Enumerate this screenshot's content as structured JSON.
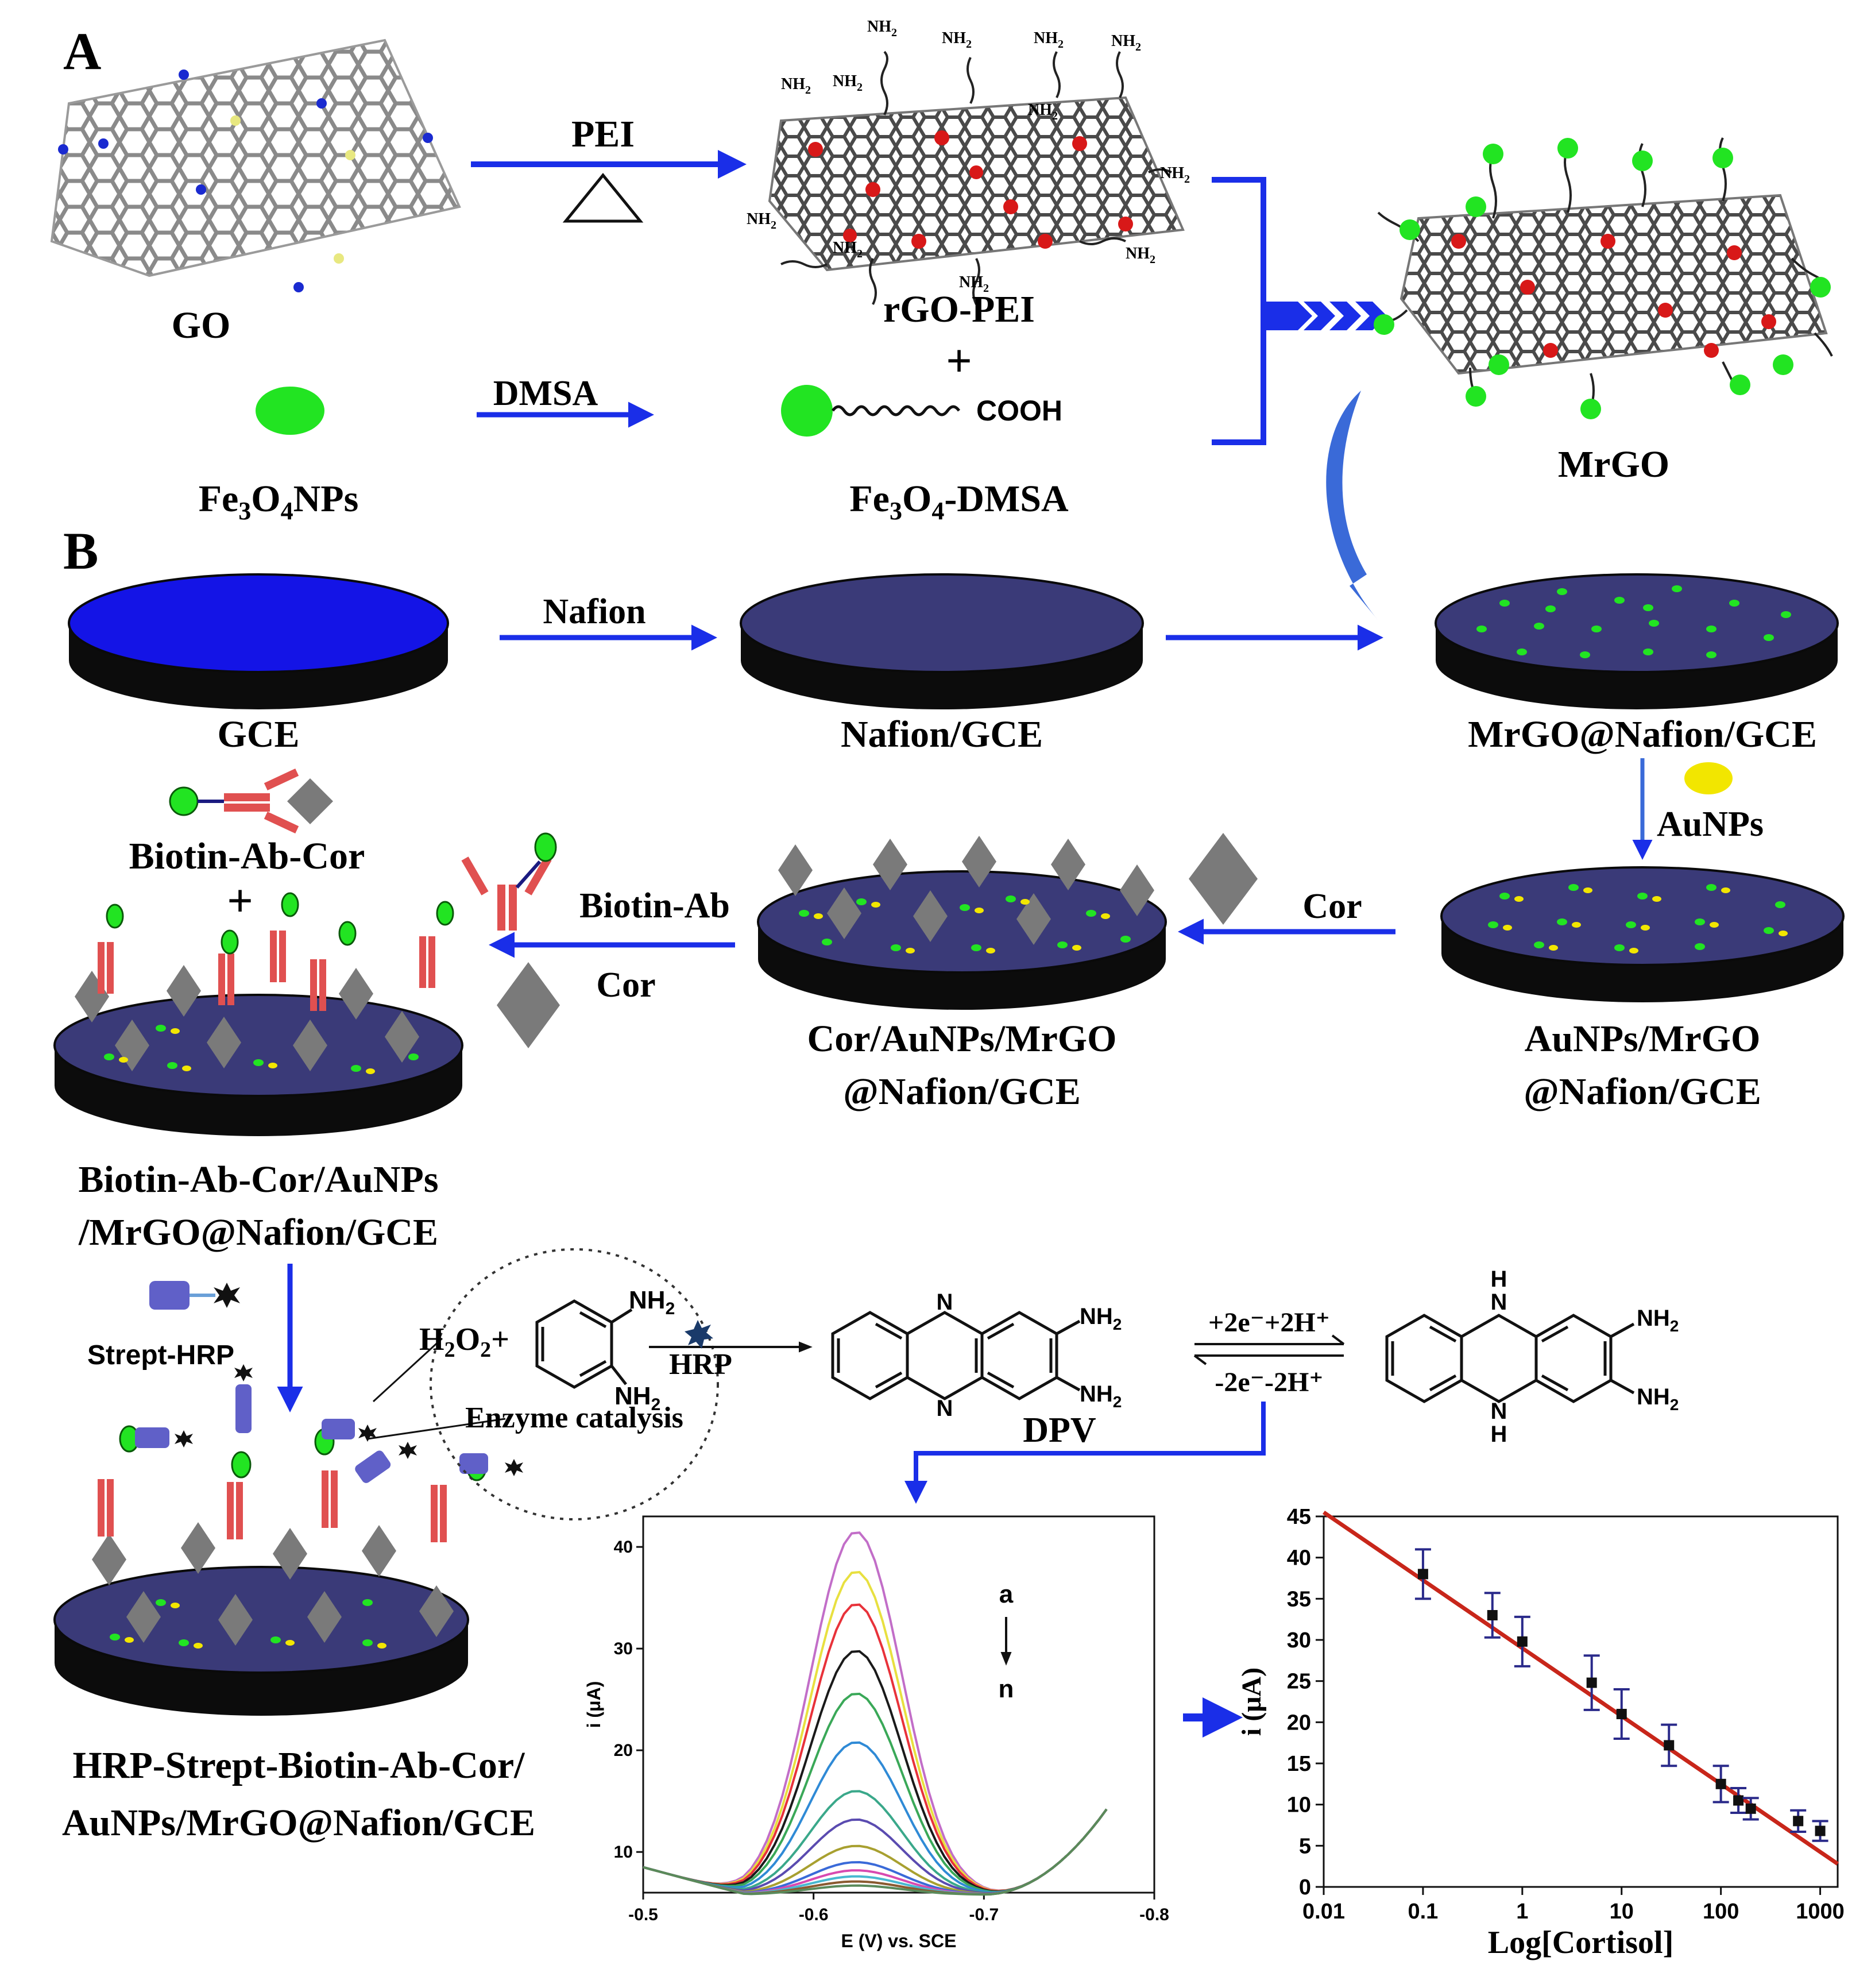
{
  "panel_a": {
    "panel_label": "A",
    "go_label": "GO",
    "pei_label": "PEI",
    "rgo_pei_label": "rGO-PEI",
    "plus": "+",
    "fe3o4_label": "Fe",
    "fe3o4_sub1": "3",
    "fe3o4_mid": "O",
    "fe3o4_sub2": "4",
    "fe3o4_tail": "NPs",
    "dmsa_label": "DMSA",
    "cooh_label": "COOH",
    "fe3o4_dmsa_tail": "-DMSA",
    "mrgo_label": "MrGO",
    "nh2": "NH",
    "nh2_sub": "2"
  },
  "panel_b": {
    "panel_label": "B",
    "gce_label": "GCE",
    "nafion_label": "Nafion",
    "nafion_gce_label": "Nafion/GCE",
    "mrgo_nafion_gce_label": "MrGO@Nafion/GCE",
    "aunps_label": "AuNPs",
    "aunps_mrgo_line1": "AuNPs/MrGO",
    "aunps_mrgo_line2": "@Nafion/GCE",
    "cor_label": "Cor",
    "cor_aunps_line1": "Cor/AuNPs/MrGO",
    "cor_aunps_line2": "@Nafion/GCE",
    "biotin_ab_label": "Biotin-Ab",
    "cor_label2": "Cor",
    "biotin_ab_cor_label": "Biotin-Ab-Cor",
    "plus": "+",
    "biotin_ab_cor_line1": "Biotin-Ab-Cor/AuNPs",
    "biotin_ab_cor_line2": "/MrGO@Nafion/GCE",
    "strept_hrp_label": "Strept-HRP",
    "hrp_final_line1": "HRP-Strept-Biotin-Ab-Cor/",
    "hrp_final_line2": "AuNPs/MrGO@Nafion/GCE"
  },
  "reaction": {
    "h2o2": "H",
    "h2o2_sub1": "2",
    "h2o2_mid": "O",
    "h2o2_sub2": "2",
    "h2o2_plus": "+",
    "nh2": "NH",
    "nh2_sub": "2",
    "hrp_label": "HRP",
    "enzyme_label": "Enzyme catalysis",
    "n_atom": "N",
    "h_atom": "H",
    "dpv_label": "DPV",
    "forward": "+2e⁻+2H⁺",
    "backward": "-2e⁻-2H⁺"
  },
  "chart_data": [
    {
      "type": "line",
      "title": "",
      "xlabel": "E (V) vs. SCE",
      "ylabel": "i (μA)",
      "xlim": [
        -0.5,
        -0.8
      ],
      "ylim": [
        6,
        43
      ],
      "x_ticks": [
        "-0.5",
        "-0.6",
        "-0.7",
        "-0.8"
      ],
      "y_ticks": [
        "10",
        "20",
        "30",
        "40"
      ],
      "annotation_top": "a",
      "annotation_bottom": "n",
      "peak_potential": -0.625,
      "series": [
        {
          "peak": 41.5,
          "color": "#c26ec8"
        },
        {
          "peak": 37.6,
          "color": "#e8e040"
        },
        {
          "peak": 34.4,
          "color": "#e8323a"
        },
        {
          "peak": 29.8,
          "color": "#1a1a1a"
        },
        {
          "peak": 25.6,
          "color": "#3aa858"
        },
        {
          "peak": 20.8,
          "color": "#2f8ad6"
        },
        {
          "peak": 16.0,
          "color": "#3aa88a"
        },
        {
          "peak": 13.2,
          "color": "#5a4bb0"
        },
        {
          "peak": 10.6,
          "color": "#a8a030"
        },
        {
          "peak": 9.0,
          "color": "#3a6ad8"
        },
        {
          "peak": 8.2,
          "color": "#d84ab0"
        },
        {
          "peak": 7.6,
          "color": "#48b8d0"
        },
        {
          "peak": 7.1,
          "color": "#8a5a30"
        },
        {
          "peak": 6.7,
          "color": "#5a8a5a"
        }
      ]
    },
    {
      "type": "scatter",
      "title": "",
      "xlabel": "Log[Cortisol]",
      "ylabel": "i (μA)",
      "x_scale": "log",
      "xlim": [
        0.01,
        1500
      ],
      "ylim": [
        0,
        45
      ],
      "x_ticks": [
        "0.01",
        "0.1",
        "1",
        "10",
        "100",
        "1000"
      ],
      "y_ticks": [
        "0",
        "5",
        "10",
        "15",
        "20",
        "25",
        "30",
        "35",
        "40",
        "45"
      ],
      "points": [
        {
          "x": 0.1,
          "y": 38.0,
          "err": 3.0
        },
        {
          "x": 0.5,
          "y": 33.0,
          "err": 2.7
        },
        {
          "x": 1,
          "y": 29.8,
          "err": 3.0
        },
        {
          "x": 5,
          "y": 24.8,
          "err": 3.3
        },
        {
          "x": 10,
          "y": 21.0,
          "err": 3.0
        },
        {
          "x": 30,
          "y": 17.2,
          "err": 2.5
        },
        {
          "x": 100,
          "y": 12.5,
          "err": 2.2
        },
        {
          "x": 150,
          "y": 10.5,
          "err": 1.5
        },
        {
          "x": 200,
          "y": 9.5,
          "err": 1.3
        },
        {
          "x": 600,
          "y": 8.0,
          "err": 1.3
        },
        {
          "x": 1000,
          "y": 6.8,
          "err": 1.2
        }
      ],
      "fit_line": {
        "x": [
          0.01,
          1500
        ],
        "y": [
          45.5,
          2.8
        ],
        "color": "#c8261a"
      }
    }
  ],
  "colors": {
    "arrow_blue": "#1a2ee8",
    "electrode_blue": "#1414e6",
    "electrode_navy": "#3a3a78",
    "np_green": "#22e422",
    "au_yellow": "#f2e600",
    "antibody_red": "#e05050",
    "cortisol_gray": "#7a7a7a",
    "strept_purple": "#6060c8"
  }
}
